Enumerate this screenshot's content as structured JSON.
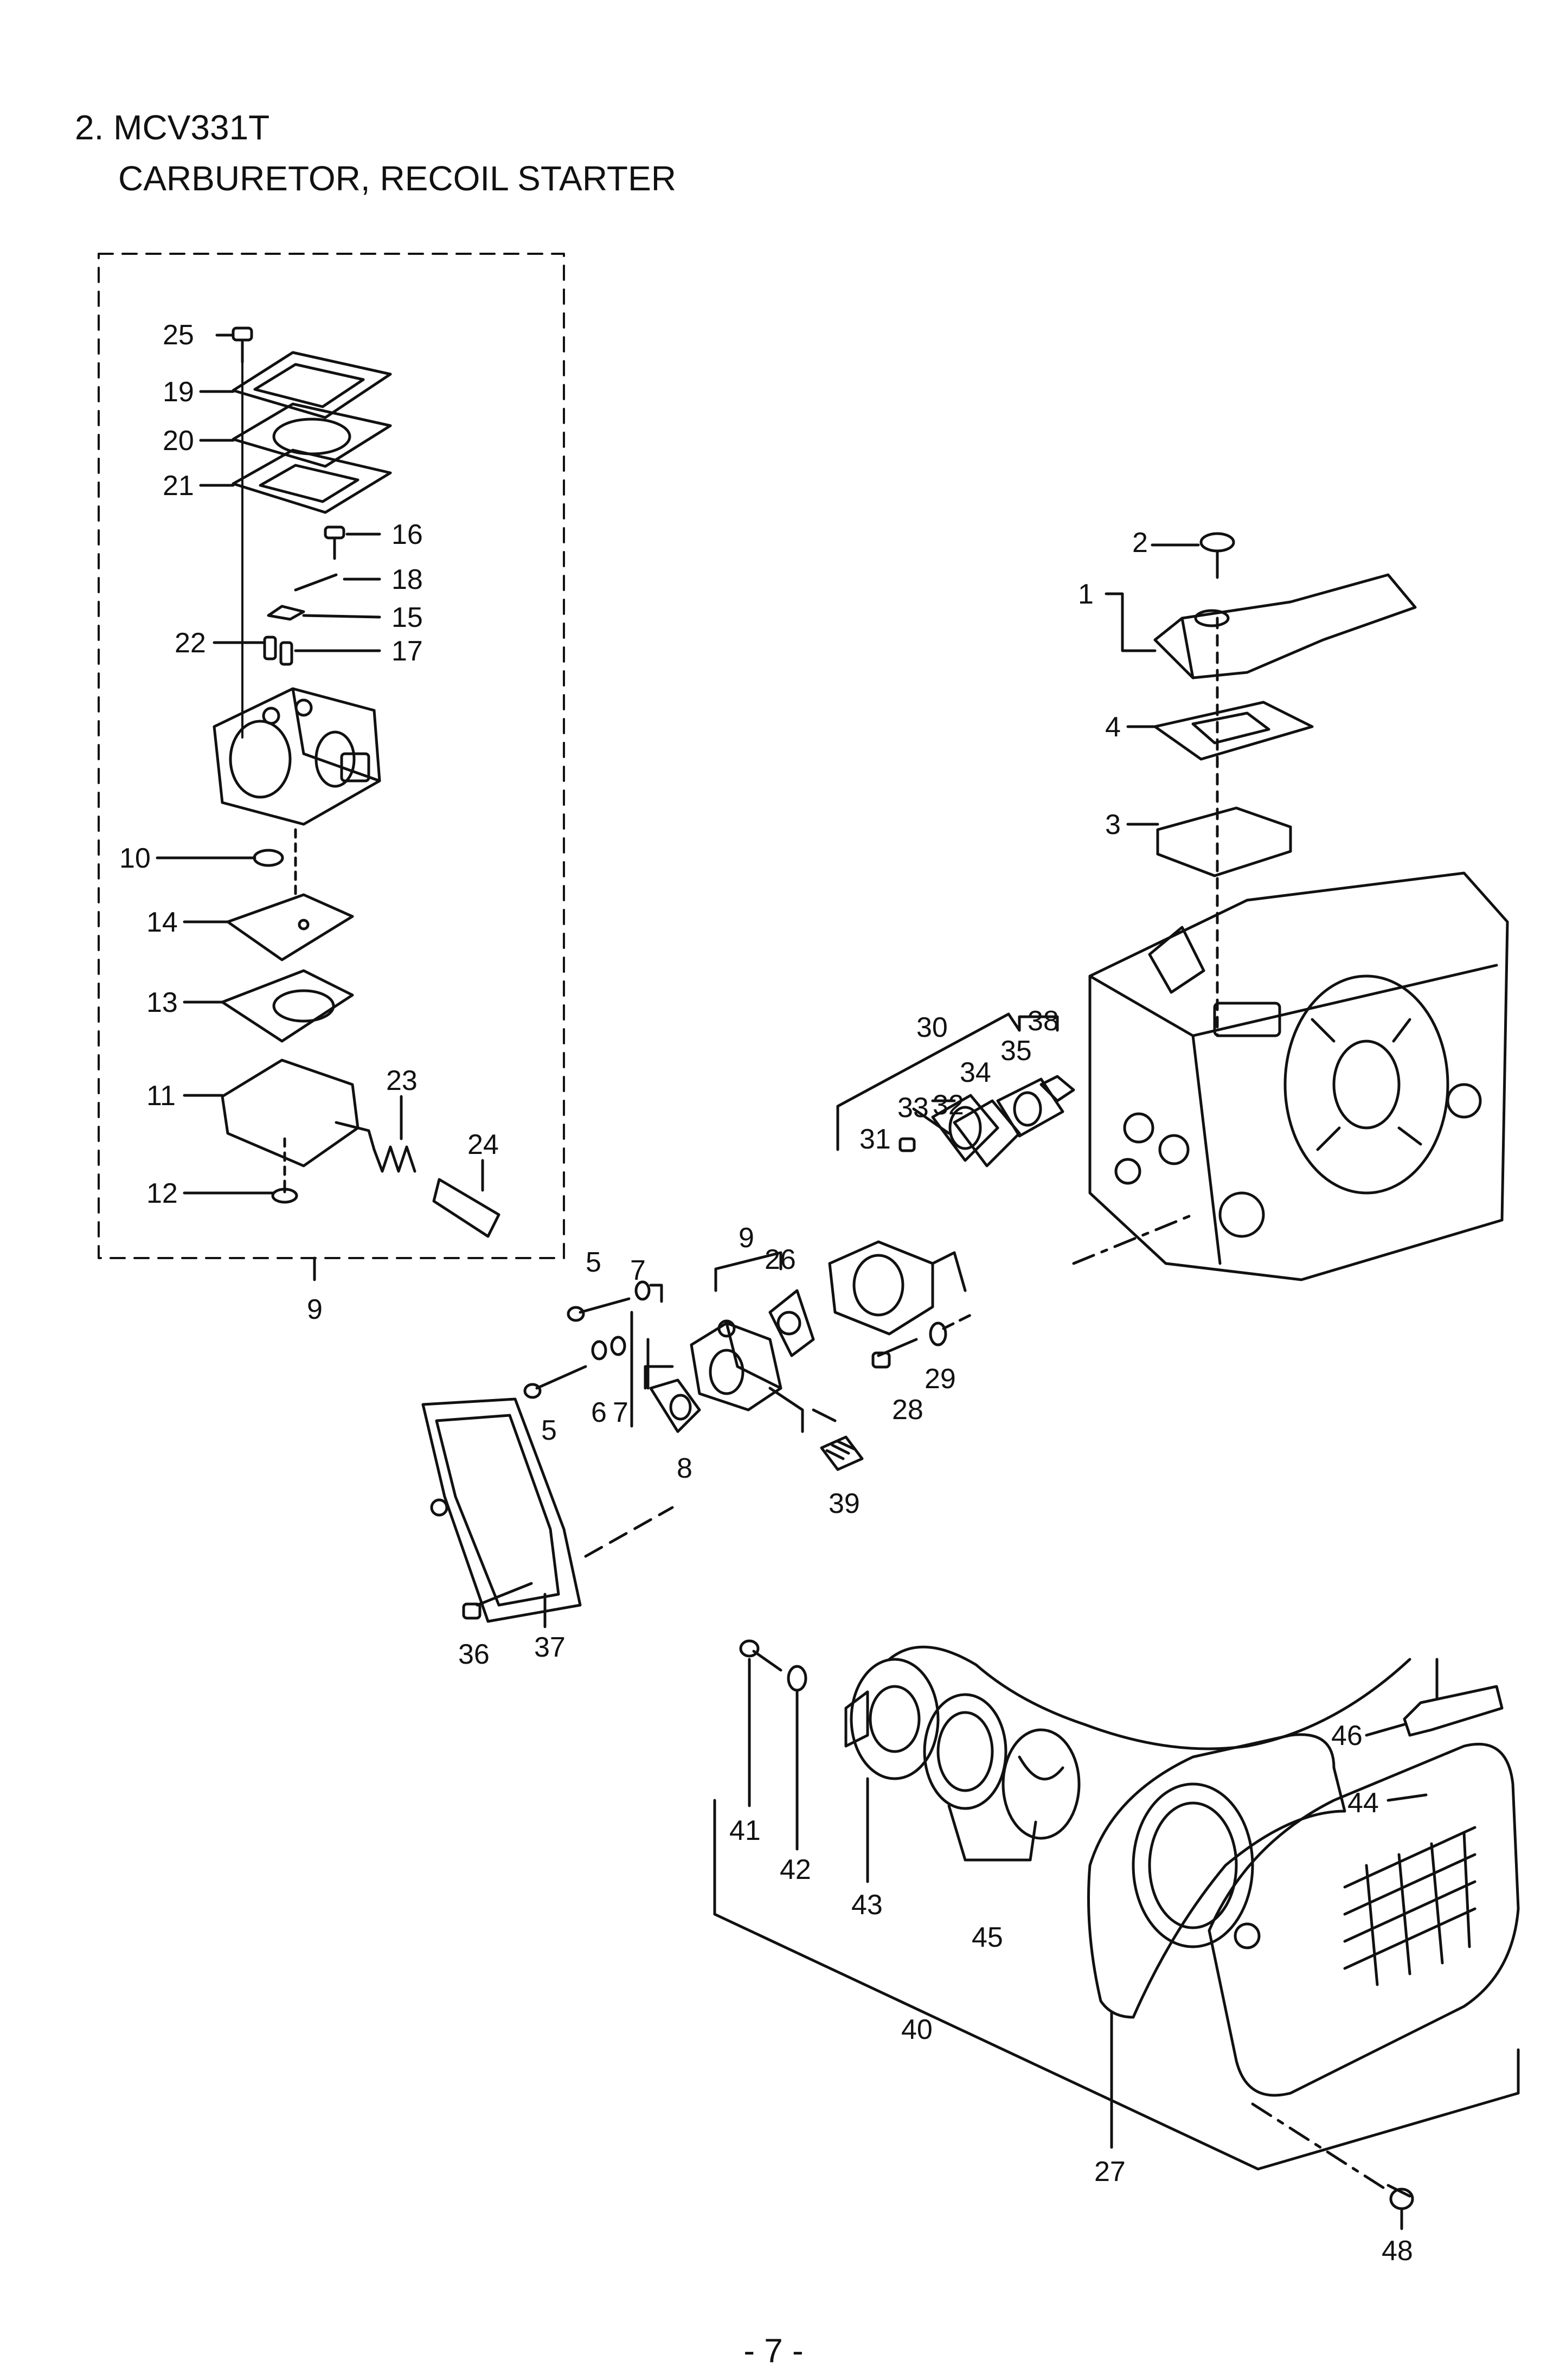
{
  "header": {
    "line1": "2. MCV331T",
    "line2": "CARBURETOR, RECOIL STARTER"
  },
  "footer": {
    "page_label": "- 7 -"
  },
  "part_numbers": {
    "p1": "1",
    "p2": "2",
    "p3": "3",
    "p4": "4",
    "p5a": "5",
    "p5b": "5",
    "p6": "6",
    "p7a": "7",
    "p7b": "7",
    "p8": "8",
    "p9a": "9",
    "p9b": "9",
    "p10": "10",
    "p11": "11",
    "p12": "12",
    "p13": "13",
    "p14": "14",
    "p15": "15",
    "p16": "16",
    "p17": "17",
    "p18": "18",
    "p19": "19",
    "p20": "20",
    "p21": "21",
    "p22": "22",
    "p23": "23",
    "p24": "24",
    "p25": "25",
    "p26": "26",
    "p27": "27",
    "p28": "28",
    "p29": "29",
    "p30": "30",
    "p31": "31",
    "p32": "32",
    "p33": "33",
    "p34": "34",
    "p35": "35",
    "p36": "36",
    "p37": "37",
    "p38": "38",
    "p39": "39",
    "p40": "40",
    "p41": "41",
    "p42": "42",
    "p43": "43",
    "p44": "44",
    "p45": "45",
    "p46": "46",
    "p48": "48"
  }
}
